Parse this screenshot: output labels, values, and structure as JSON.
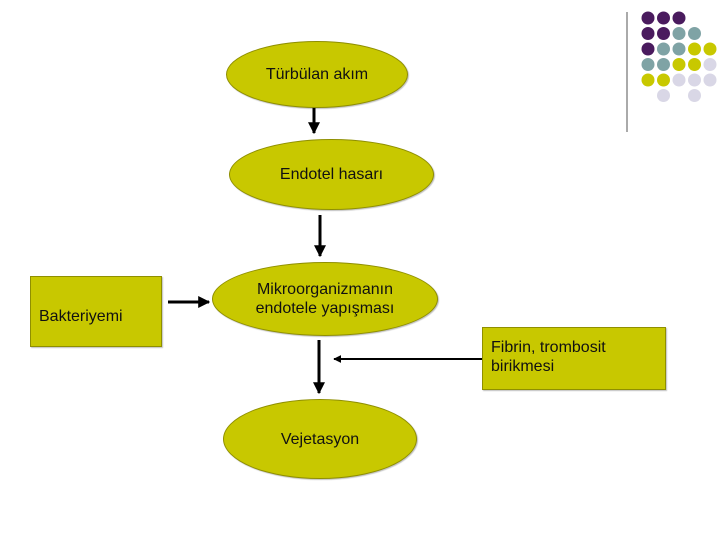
{
  "nodes": {
    "turbulent_flow": "Türbülan akım",
    "endothelial_damage": "Endotel hasarı",
    "microorganism_adhesion": "Mikroorganizmanın endotele yapışması",
    "vegetation": "Vejetasyon",
    "bacteremia": "Bakteriyemi",
    "fibrin_platelet": "Fibrin, trombosit birikmesi"
  },
  "colors": {
    "node_fill": "#c8c800",
    "purple_dot": "#4a1b5e",
    "teal_dot": "#7fa3a5",
    "olive_dot": "#c8c800",
    "lavender_dot": "#d9d7e6"
  },
  "decoration": {
    "dot_grid": [
      [
        "purple",
        "purple",
        "purple",
        "",
        ""
      ],
      [
        "purple",
        "purple",
        "teal",
        "teal",
        ""
      ],
      [
        "purple",
        "teal",
        "teal",
        "olive",
        "olive"
      ],
      [
        "teal",
        "teal",
        "olive",
        "olive",
        "lavender"
      ],
      [
        "olive",
        "olive",
        "lavender",
        "lavender",
        "lavender"
      ],
      [
        "",
        "lavender",
        "",
        "lavender",
        ""
      ]
    ]
  }
}
